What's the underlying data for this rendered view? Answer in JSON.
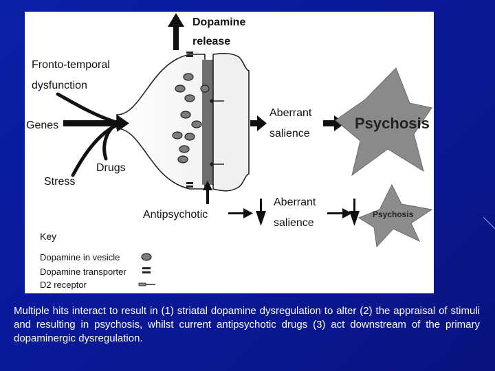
{
  "diagram": {
    "labels": {
      "dopamine_release_line1": "Dopamine",
      "dopamine_release_line2": "release",
      "fronto_line1": "Fronto-temporal",
      "fronto_line2": "dysfunction",
      "genes": "Genes",
      "drugs": "Drugs",
      "stress": "Stress",
      "aberrant_top_line1": "Aberrant",
      "aberrant_top_line2": "salience",
      "psychosis_big": "Psychosis",
      "antipsychotic": "Antipsychotic",
      "aberrant_bottom_line1": "Aberrant",
      "aberrant_bottom_line2": "salience",
      "psychosis_small": "Psychosis"
    },
    "key": {
      "title": "Key",
      "items": [
        "Dopamine in vesicle",
        "Dopamine transporter",
        "D2 receptor"
      ]
    }
  },
  "caption": "Multiple hits interact to result in (1) striatal dopamine dysregulation to alter (2) the appraisal of stimuli and resulting in psychosis, whilst current antipsychotic drugs (3) act downstream of the primary dopaminergic dysregulation.",
  "colors": {
    "background": "#0a1fa8",
    "panel": "#ffffff",
    "arrow": "#111111",
    "star_big": "#8a8a8a",
    "star_small": "#8c8c8c",
    "vesicle": "#808080",
    "caption_text": "#ffffff"
  }
}
